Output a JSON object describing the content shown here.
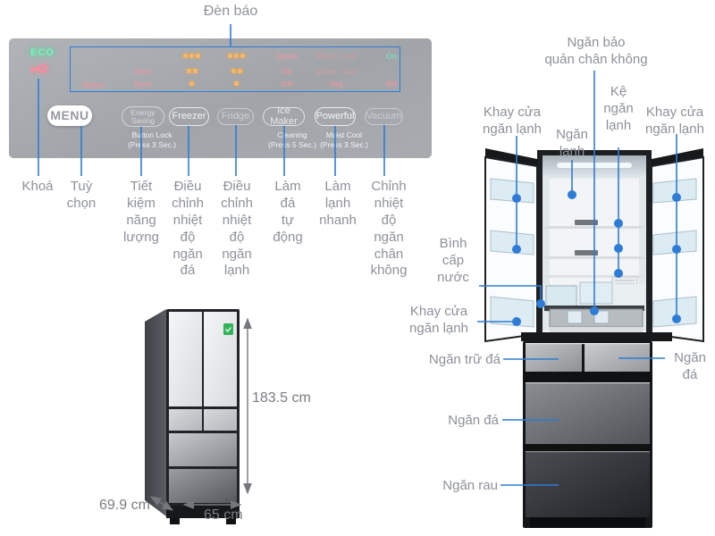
{
  "title": "Đèn báo",
  "panel": {
    "menu_label": "MENU",
    "indicators": {
      "water": "Water",
      "door": "Door",
      "save": "Save",
      "quick": "Quick",
      "on": "On",
      "off": "Off",
      "moist_cool": "Moist Cool",
      "quick_cool": "Quick Cool",
      "veg": "Veg",
      "vacuum_on": "On",
      "vacuum_off": "Off"
    },
    "buttons": [
      {
        "label": "Energy\nSaving",
        "sublabel": "Button Lock\n(Press 3 Sec.)"
      },
      {
        "label": "Freezer",
        "sublabel": ""
      },
      {
        "label": "Fridge",
        "sublabel": ""
      },
      {
        "label": "Ice Maker",
        "sublabel": "Cleaning\n(Press 5 Sec.)"
      },
      {
        "label": "Powerful",
        "sublabel": "Moist Cool\n(Press 3 Sec.)"
      },
      {
        "label": "Vacuum",
        "sublabel": ""
      }
    ]
  },
  "panel_callouts": [
    "Khoá",
    "Tuỳ\nchọn",
    "Tiết\nkiệm\nnăng\nlượng",
    "Điều\nchỉnh\nnhiệt\nđộ\nngăn\nđá",
    "Điều\nchỉnh\nnhiệt\nđộ\nngăn\nlạnh",
    "Làm\nđá\ntự\nđộng",
    "Làm\nlạnh\nnhanh",
    "Chỉnh\nnhiệt\nđộ\nngăn\nchân\nkhông"
  ],
  "fridge_callouts": {
    "vacuum_compartment": "Ngăn bảo\nquản chân không",
    "shelf": "Kệ\nngăn\nlạnh",
    "door_tray_left": "Khay cửa\nngăn lạnh",
    "fridge_compartment": "Ngăn\nlạnh",
    "door_tray_right": "Khay cửa\nngăn lạnh",
    "water_tank": "Bình\ncấp\nnước",
    "door_tray_bottom": "Khay cửa\nngăn lạnh",
    "ice_storage": "Ngăn trữ đá",
    "ice_compartment_right": "Ngăn\nđá",
    "ice_compartment": "Ngăn đá",
    "vegetable_compartment": "Ngăn rau"
  },
  "dimensions": {
    "height": "183.5 cm",
    "depth": "69.9 cm",
    "width": "65 cm"
  },
  "icons": {
    "eco_indicator_text": "ECO",
    "key_icon": "key-shape",
    "energy_label_icon": "green-check-badge"
  },
  "colors": {
    "callout_line": "#2e7cd6",
    "label_text": "#8d9199",
    "led_amber": "#f4b765",
    "indicator_pink": "#df9aa3",
    "indicator_teal": "#7fd4c0",
    "eco_green": "#8ceec0",
    "energy_badge_green": "#2fb457",
    "panel_gray": "#a5a8ac"
  }
}
